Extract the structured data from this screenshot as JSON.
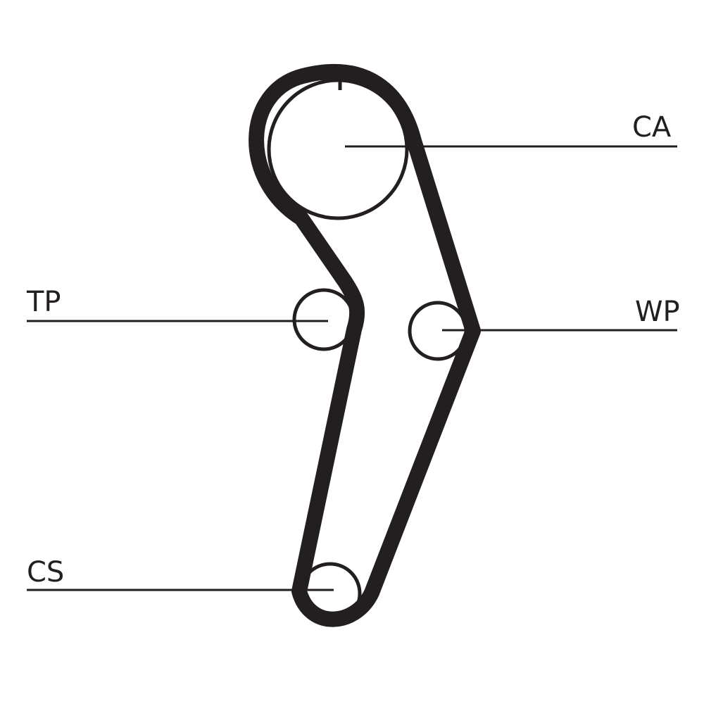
{
  "diagram": {
    "labels": {
      "camshaft": "CA",
      "tensioner": "TP",
      "water_pump": "WP",
      "crankshaft": "CS"
    },
    "colors": {
      "ink": "#231f20",
      "background": "#ffffff"
    }
  }
}
